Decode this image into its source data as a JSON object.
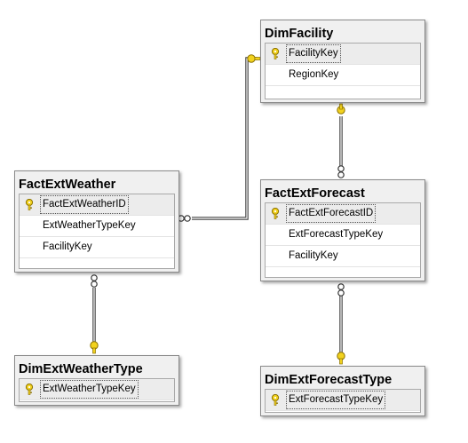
{
  "tables": {
    "dim_facility": {
      "title": "DimFacility",
      "columns": [
        "FacilityKey",
        "RegionKey"
      ]
    },
    "fact_ext_weather": {
      "title": "FactExtWeather",
      "columns": [
        "FactExtWeatherID",
        "ExtWeatherTypeKey",
        "FacilityKey"
      ]
    },
    "fact_ext_forecast": {
      "title": "FactExtForecast",
      "columns": [
        "FactExtForecastID",
        "ExtForecastTypeKey",
        "FacilityKey"
      ]
    },
    "dim_ext_weather_type": {
      "title": "DimExtWeatherType",
      "columns": [
        "ExtWeatherTypeKey"
      ]
    },
    "dim_ext_forecast_type": {
      "title": "DimExtForecastType",
      "columns": [
        "ExtForecastTypeKey"
      ]
    }
  },
  "relationships": [
    {
      "from": "fact_ext_weather",
      "to": "dim_facility"
    },
    {
      "from": "fact_ext_forecast",
      "to": "dim_facility"
    },
    {
      "from": "fact_ext_weather",
      "to": "dim_ext_weather_type"
    },
    {
      "from": "fact_ext_forecast",
      "to": "dim_ext_forecast_type"
    }
  ],
  "colors": {
    "key_icon": "#f2d21e",
    "connector": "#444444",
    "header_bg": "#f0f0f0"
  }
}
